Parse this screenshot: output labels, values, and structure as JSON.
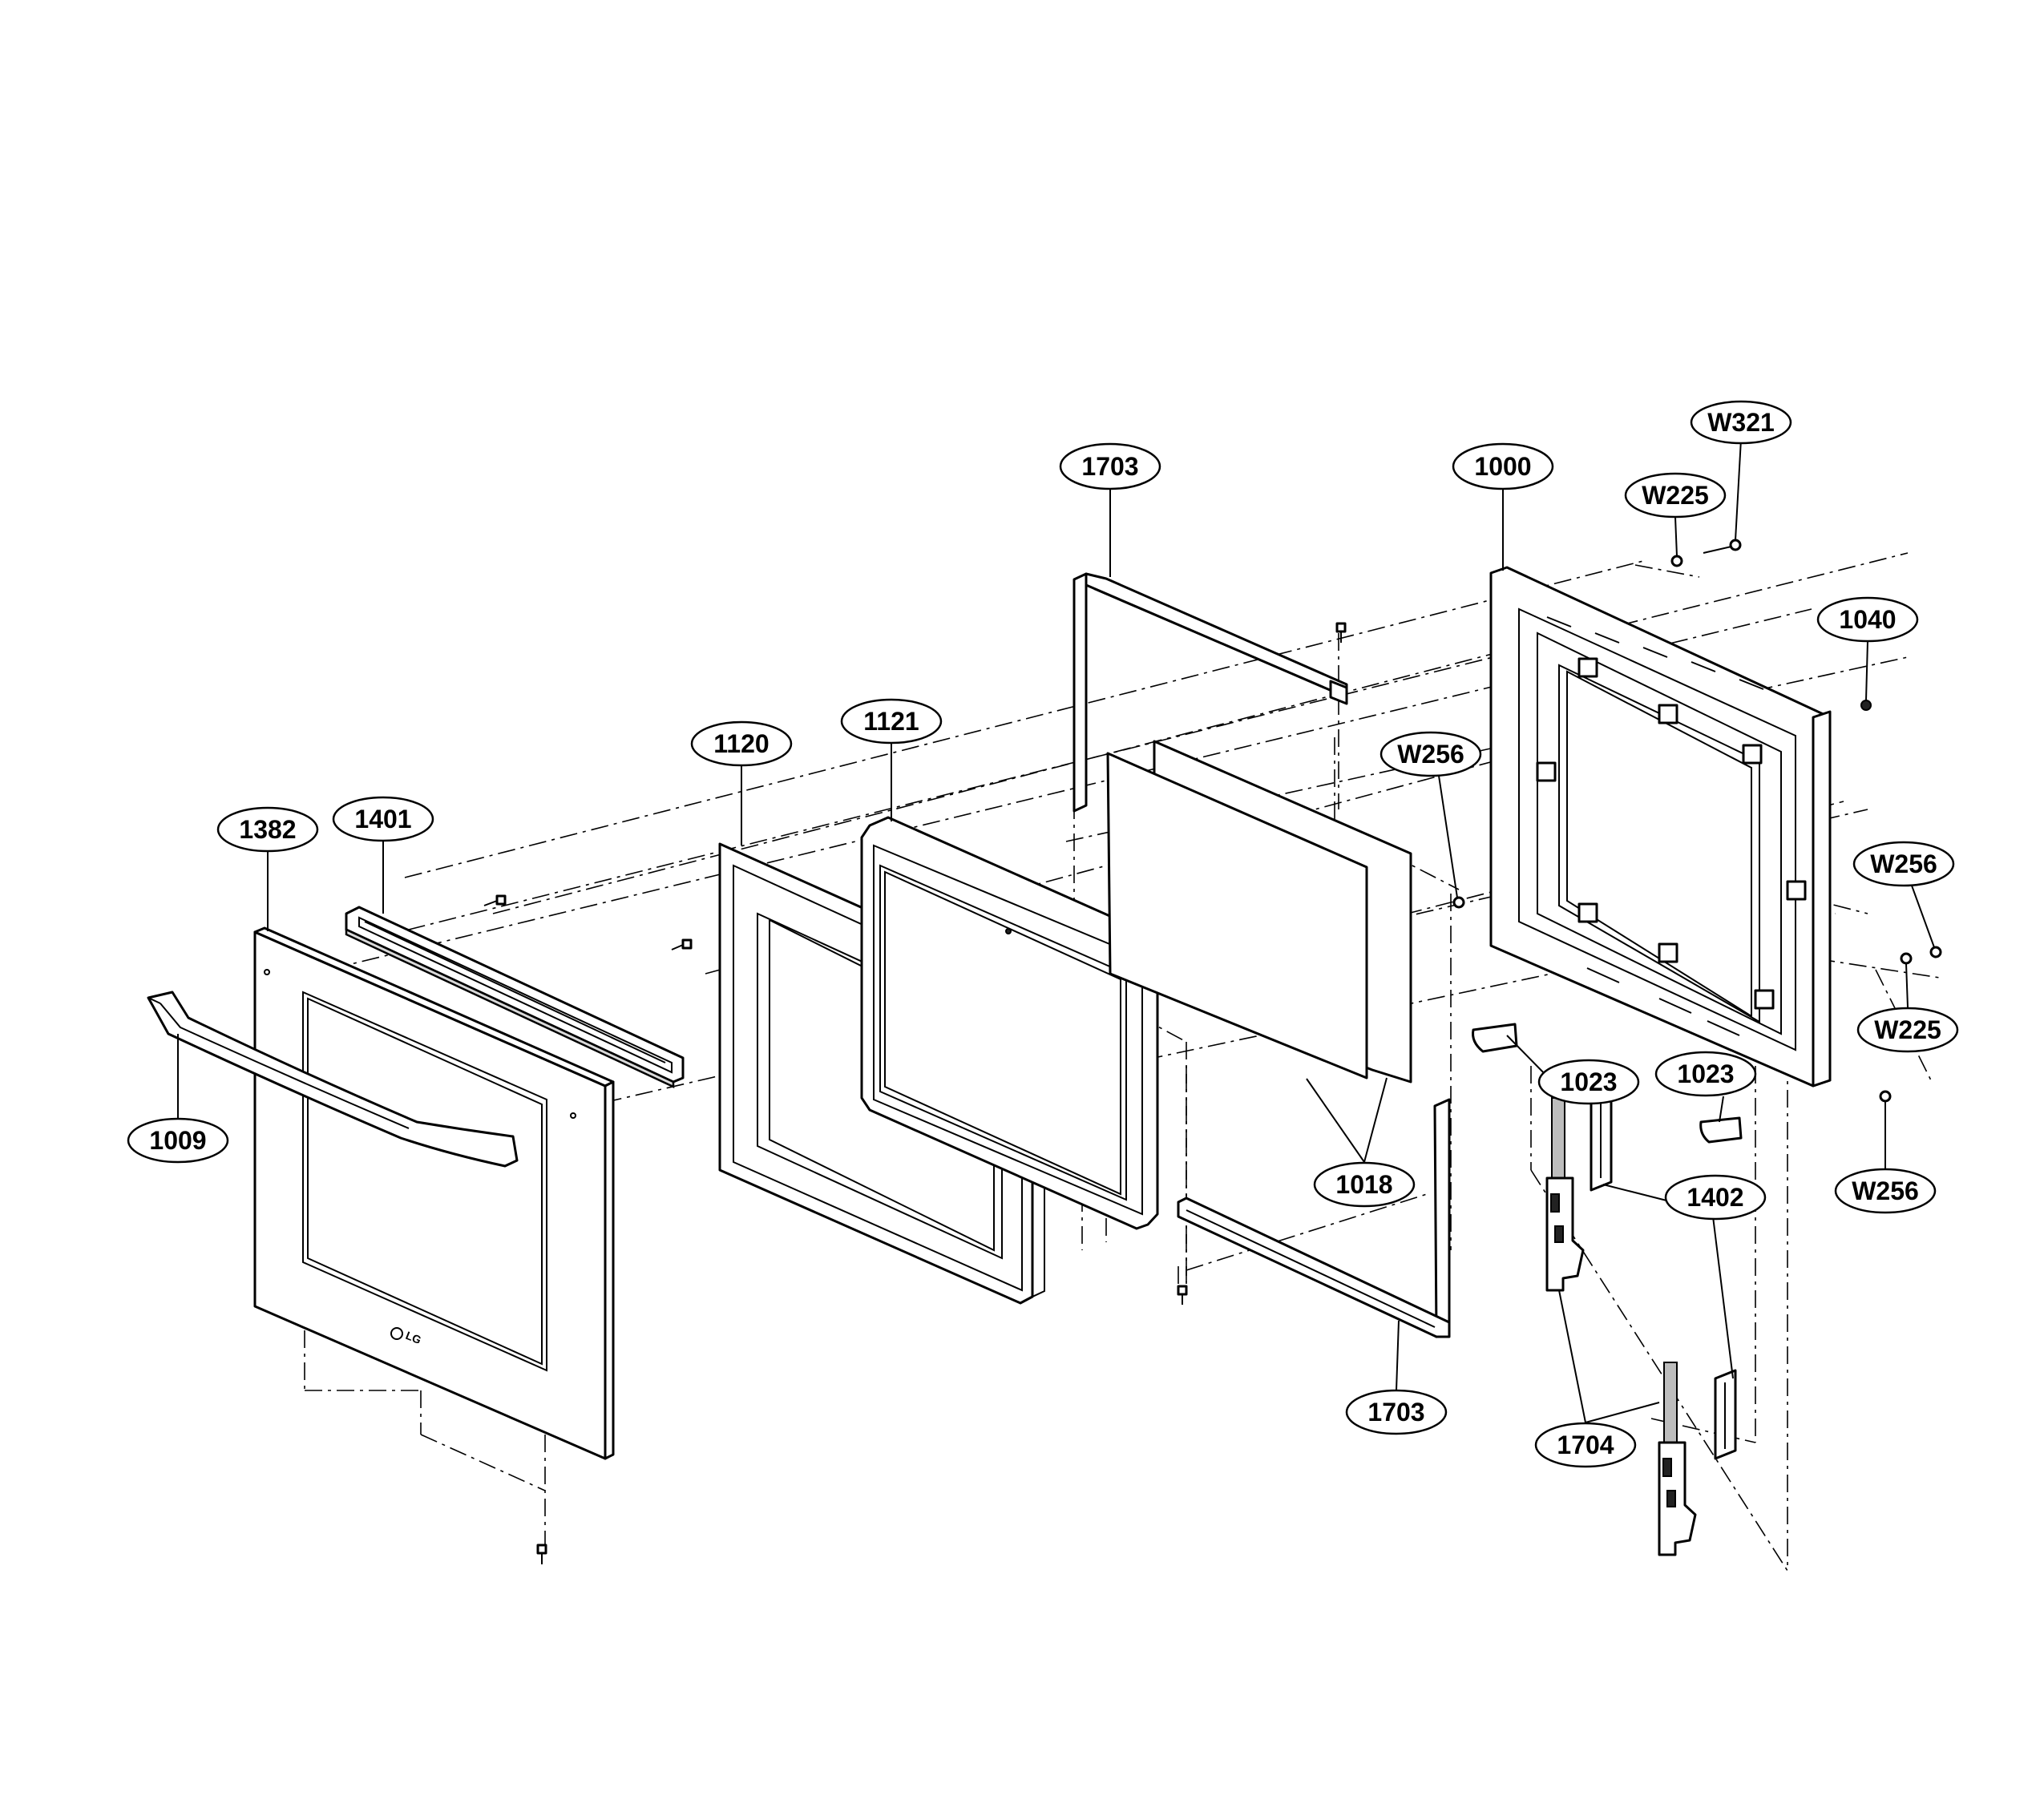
{
  "diagram": {
    "brand_logo": "LG",
    "callouts": [
      {
        "id": "c-1703-top",
        "label": "1703"
      },
      {
        "id": "c-1000",
        "label": "1000"
      },
      {
        "id": "c-w321",
        "label": "W321"
      },
      {
        "id": "c-w225-top",
        "label": "W225"
      },
      {
        "id": "c-1040",
        "label": "1040"
      },
      {
        "id": "c-w256-mid",
        "label": "W256"
      },
      {
        "id": "c-w256-right",
        "label": "W256"
      },
      {
        "id": "c-w225-right",
        "label": "W225"
      },
      {
        "id": "c-w256-bottom",
        "label": "W256"
      },
      {
        "id": "c-1120",
        "label": "1120"
      },
      {
        "id": "c-1121",
        "label": "1121"
      },
      {
        "id": "c-1382",
        "label": "1382"
      },
      {
        "id": "c-1401",
        "label": "1401"
      },
      {
        "id": "c-1009",
        "label": "1009"
      },
      {
        "id": "c-1023-a",
        "label": "1023"
      },
      {
        "id": "c-1023-b",
        "label": "1023"
      },
      {
        "id": "c-1402",
        "label": "1402"
      },
      {
        "id": "c-1018",
        "label": "1018"
      },
      {
        "id": "c-1703-bottom",
        "label": "1703"
      },
      {
        "id": "c-1704",
        "label": "1704"
      }
    ]
  }
}
